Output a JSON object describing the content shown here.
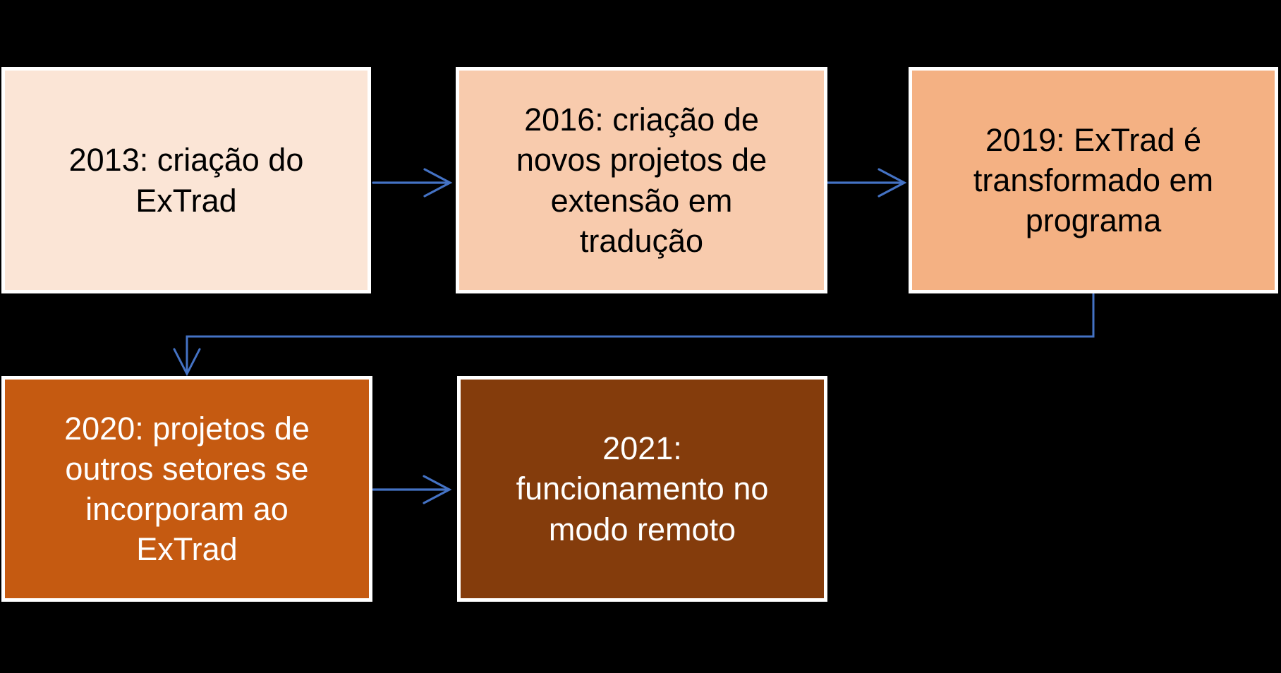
{
  "diagram": {
    "type": "flowchart-timeline",
    "background": "#000000",
    "border_color": "#ffffff",
    "arrow_color": "#4472C4",
    "nodes": [
      {
        "year": "2013",
        "label": "2013: criação do\nExTrad",
        "fill": "#FBE5D6",
        "text_color": "#000000"
      },
      {
        "year": "2016",
        "label": "2016: criação de\nnovos projetos de\nextensão em\ntradução",
        "fill": "#F8CBAD",
        "text_color": "#000000"
      },
      {
        "year": "2019",
        "label": "2019: ExTrad é\ntransformado em\nprograma",
        "fill": "#F4B183",
        "text_color": "#000000"
      },
      {
        "year": "2020",
        "label": "2020: projetos de\noutros setores se\nincorporam ao\nExTrad",
        "fill": "#C55A11",
        "text_color": "#ffffff"
      },
      {
        "year": "2021",
        "label": "2021:\nfuncionamento no\nmodo remoto",
        "fill": "#843C0C",
        "text_color": "#ffffff"
      }
    ],
    "connections": [
      {
        "from": "2013",
        "to": "2016",
        "style": "straight-arrow"
      },
      {
        "from": "2016",
        "to": "2019",
        "style": "straight-arrow"
      },
      {
        "from": "2019",
        "to": "2020",
        "style": "elbow-arrow"
      },
      {
        "from": "2020",
        "to": "2021",
        "style": "straight-arrow"
      }
    ]
  }
}
